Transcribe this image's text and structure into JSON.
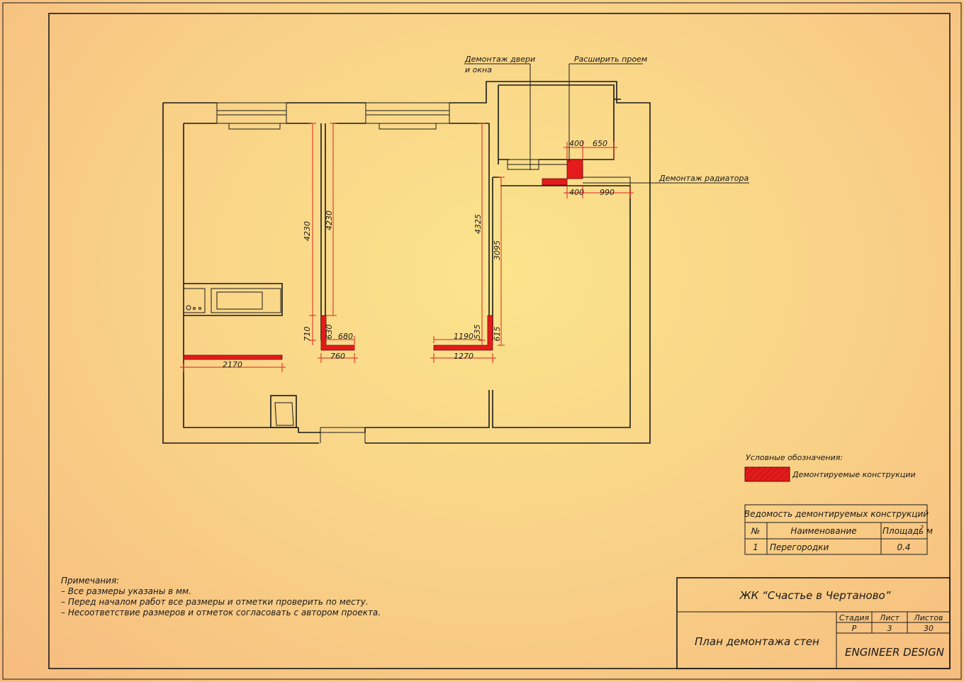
{
  "labels": {
    "door_window_1": "Демонтаж двери",
    "door_window_2": "и окна",
    "widen": "Расширить проем",
    "radiator": "Демонтаж радиатора"
  },
  "dims": {
    "d4230a": "4230",
    "d4230b": "4230",
    "d4325": "4325",
    "d3095": "3095",
    "d710": "710",
    "d630": "630",
    "d680": "680",
    "d760": "760",
    "d1190": "1190",
    "d535": "535",
    "d615": "615",
    "d1270": "1270",
    "d2170": "2170",
    "d400a": "400",
    "d650": "650",
    "d400b": "400",
    "d990": "990"
  },
  "legend": {
    "title": "Условные обозначения:",
    "item": "Демонтируемые конструкции"
  },
  "schedule": {
    "title": "Ведомость демонтируемых конструкций",
    "col_no": "№",
    "col_name": "Наименование",
    "col_area": "Площадь м",
    "col_area_sup": "2",
    "row_no": "1",
    "row_name": "Перегородки",
    "row_area": "0.4"
  },
  "notes": {
    "title": "Примечания:",
    "l1": "– Все размеры указаны в мм.",
    "l2": "– Перед началом работ все размеры и отметки проверить по месту.",
    "l3": "– Несоответствие размеров и отметок согласовать с автором проекта."
  },
  "titleblock": {
    "project": "ЖК “Счастье в Чертаново”",
    "sheet_title": "План демонтажа стен",
    "stage_h": "Стадия",
    "sheet_h": "Лист",
    "sheets_h": "Листов",
    "stage": "Р",
    "sheet": "3",
    "sheets": "30",
    "company": "ENGINEER DESIGN"
  },
  "colors": {
    "demolition": "#e41b1b",
    "dimension": "#e02020",
    "line": "#1a1a1a"
  }
}
